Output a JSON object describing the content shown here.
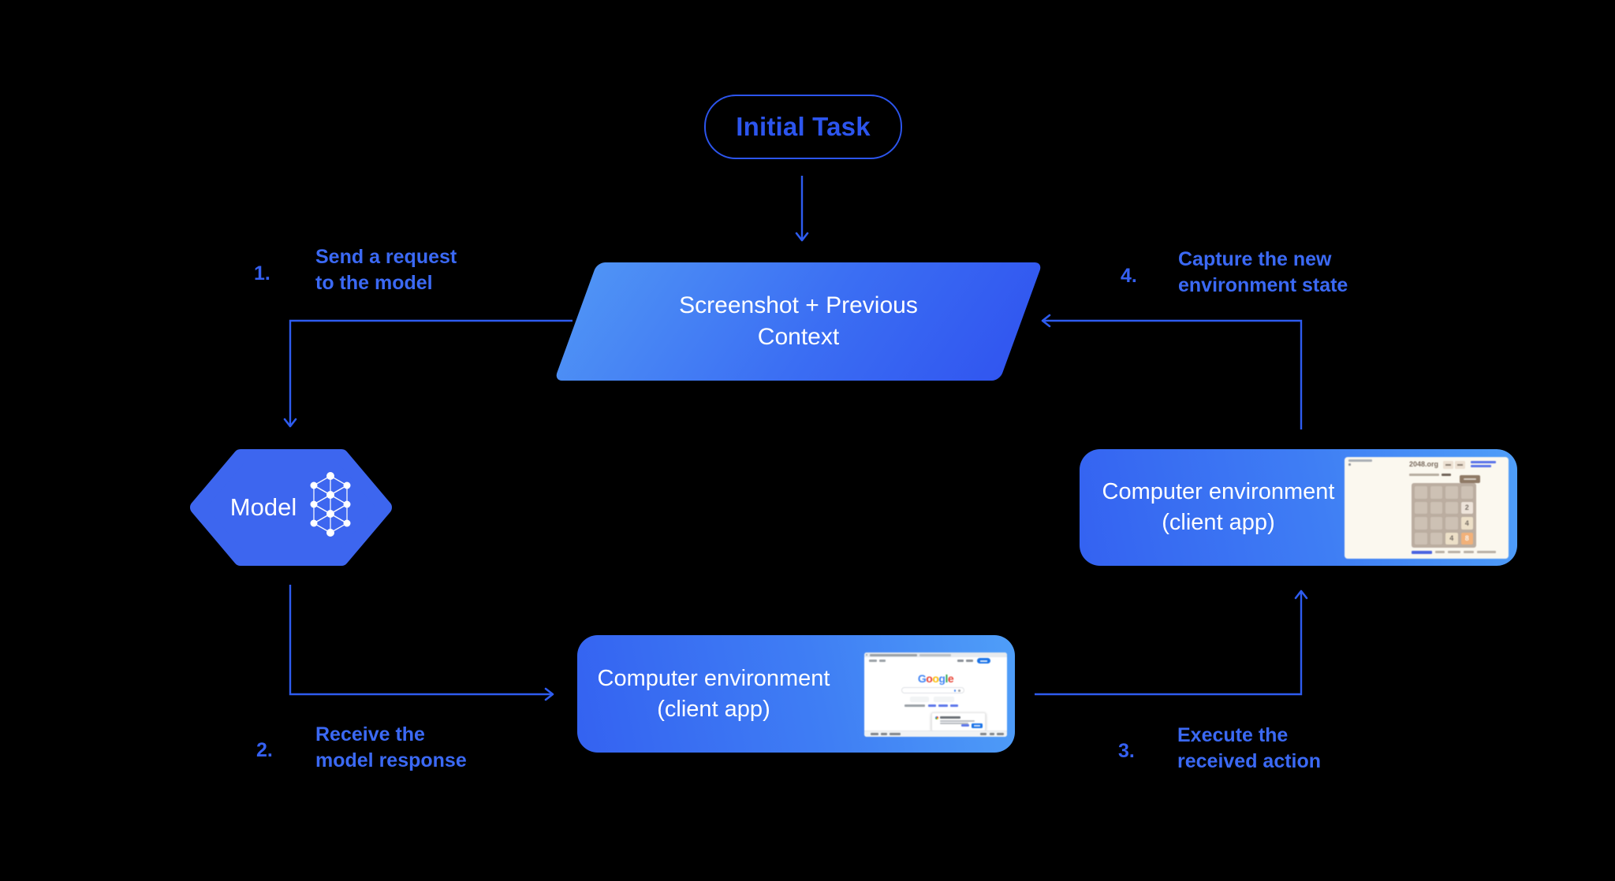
{
  "nodes": {
    "initial_task": {
      "label": "Initial Task"
    },
    "screenshot_context": {
      "line1": "Screenshot + Previous",
      "line2": "Context"
    },
    "model": {
      "label": "Model"
    },
    "env_client_right": {
      "line1": "Computer environment",
      "line2": "(client app)"
    },
    "env_client_bottom": {
      "line1": "Computer environment",
      "line2": "(client app)"
    }
  },
  "steps": [
    {
      "num": "1.",
      "line1": "Send a request",
      "line2": "to the model"
    },
    {
      "num": "2.",
      "line1": "Receive the",
      "line2": "model response"
    },
    {
      "num": "3.",
      "line1": "Execute the",
      "line2": "received action"
    },
    {
      "num": "4.",
      "line1": "Capture the new",
      "line2": "environment state"
    }
  ],
  "mini_2048": {
    "site_title": "2048.org",
    "grid": [
      "",
      "",
      "",
      "",
      "",
      "",
      "",
      "2",
      "",
      "",
      "",
      "4",
      "",
      "",
      "4",
      "8"
    ]
  },
  "mini_google": {
    "logo_letters": [
      {
        "ch": "G",
        "color": "#4285F4"
      },
      {
        "ch": "o",
        "color": "#EA4335"
      },
      {
        "ch": "o",
        "color": "#FBBC05"
      },
      {
        "ch": "g",
        "color": "#4285F4"
      },
      {
        "ch": "l",
        "color": "#34A853"
      },
      {
        "ch": "e",
        "color": "#EA4335"
      }
    ]
  },
  "colors": {
    "background": "#000000",
    "arrow_blue": "#2e5cf0",
    "label_blue": "#3b69f4",
    "node_gradient_light": "#4f9ef8",
    "node_gradient_dark": "#3156f0"
  }
}
